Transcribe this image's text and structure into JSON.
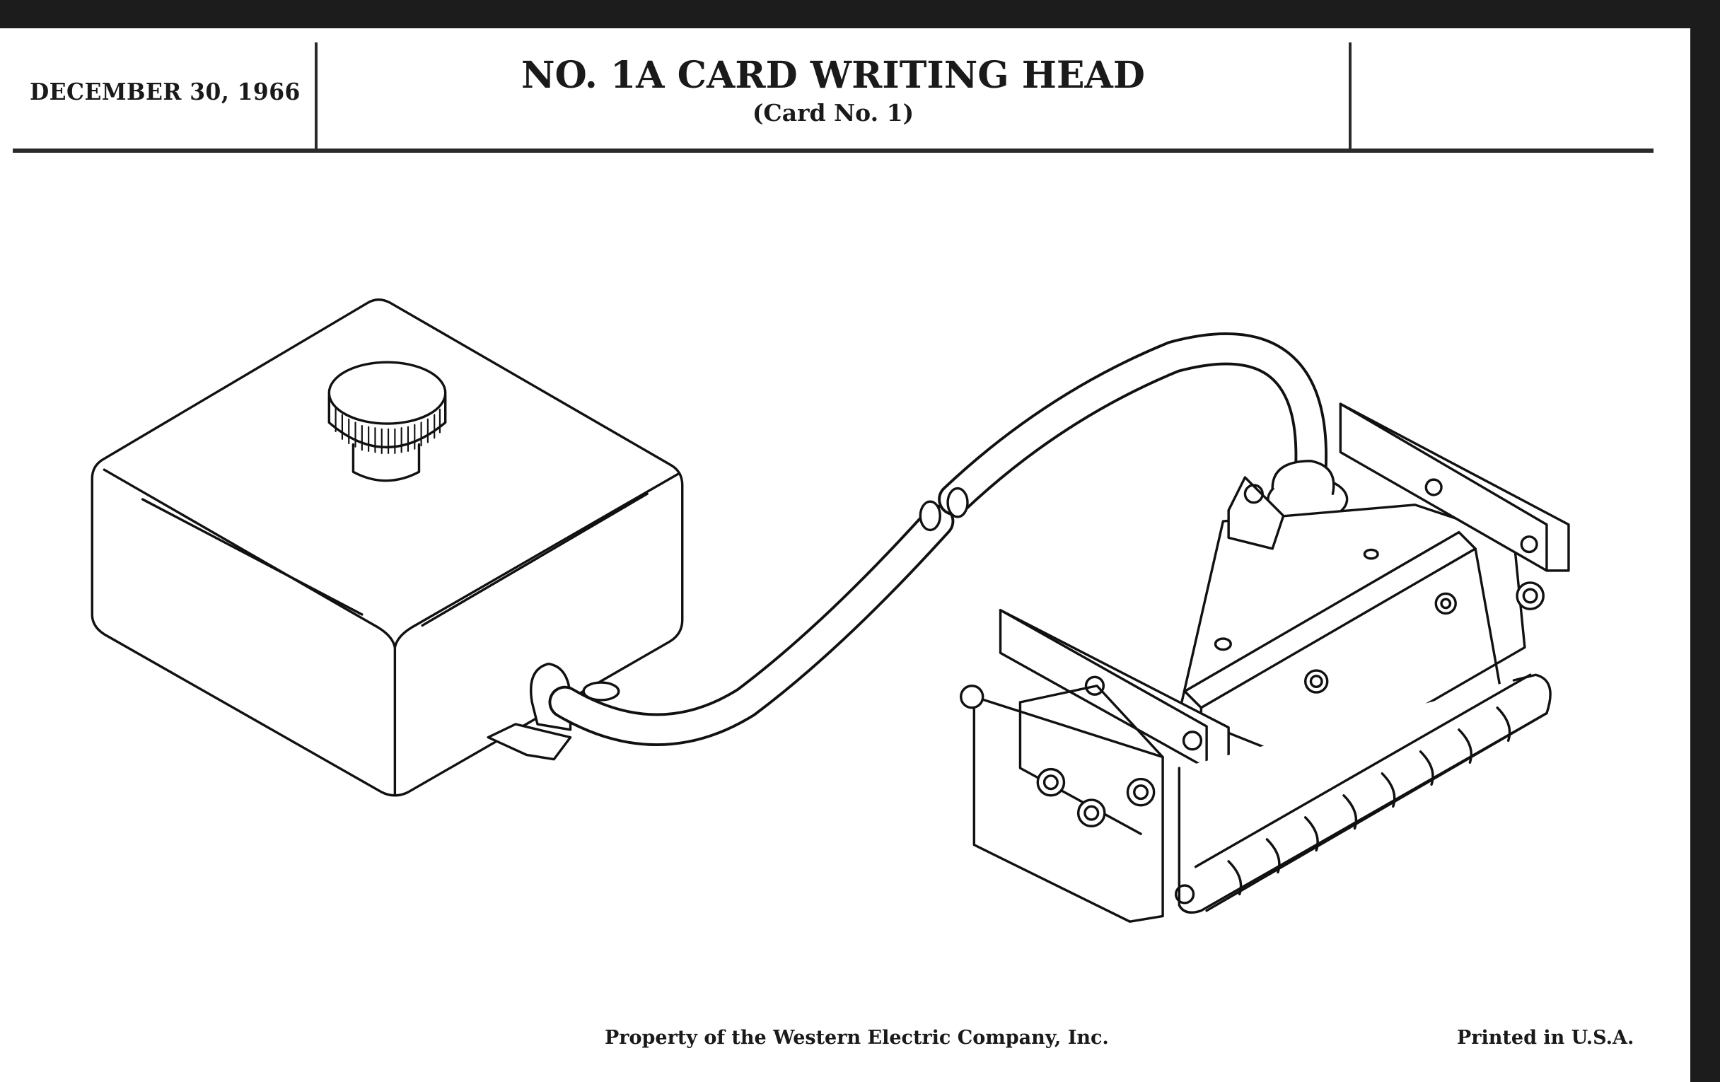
{
  "header": {
    "date": "DECEMBER 30, 1966",
    "title": "NO. 1A CARD WRITING HEAD",
    "subtitle": "(Card No. 1)"
  },
  "footer": {
    "property": "Property of the Western Electric Company, Inc.",
    "printed": "Printed in U.S.A."
  }
}
